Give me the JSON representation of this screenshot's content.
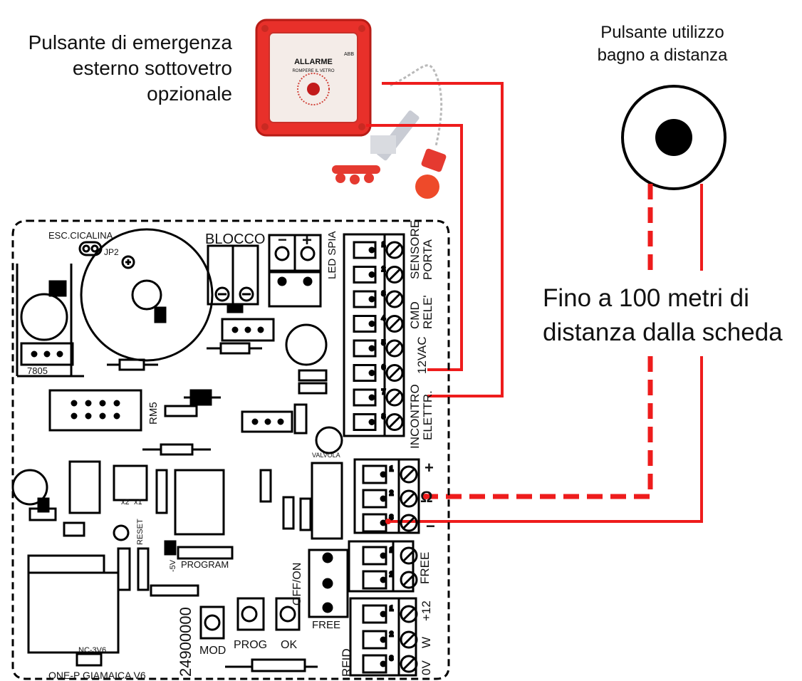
{
  "labels": {
    "external_button": [
      "Pulsante di emergenza",
      "esterno sottovetro",
      "opzionale"
    ],
    "remote_button": [
      "Pulsante utilizzo",
      "bagno a distanza"
    ],
    "distance": [
      "Fino a 100 metri di",
      "distanza dalla scheda"
    ],
    "alarm_box_text": "ALLARME",
    "alarm_box_subtext": "ROMPERE IL VETRO",
    "alarm_box_brand": "ABB"
  },
  "board": {
    "name": "ONE-P GIAMAICA V6",
    "esc_cicalina": "ESC.CICALINA",
    "jp2": "JP2",
    "blocco": "BLOCCO",
    "led_spia": "LED SPIA",
    "reg_7805": "7805",
    "rm5": "RM5",
    "valvola": "VALVOLA",
    "battery": "NC-3V6",
    "program": "PROGRAM",
    "minus5v": "-5V",
    "reset": "RESET",
    "off_on": "OFF/ON",
    "free_jumper": "FREE",
    "part_code": "24900000",
    "buttons": [
      "MOD",
      "PROG",
      "OK"
    ],
    "x2": "x2",
    "x1": "x1",
    "plus": "+",
    "minus": "−",
    "terminal_names": [
      "SENSORE PORTA",
      "CMD RELE'",
      "12VAC",
      "INCONTRO ELETTR."
    ],
    "terminal_names_split": [
      [
        "SENSORE",
        "PORTA"
      ],
      [
        "CMD",
        "RELE'"
      ],
      [
        "12VAC",
        ""
      ],
      [
        "INCONTRO",
        "ELETTR."
      ]
    ],
    "bottom_terminal_symbols": [
      "+",
      "Ω",
      "−"
    ],
    "free_label": "FREE",
    "rfid_labels": [
      "+12",
      "W",
      "0V"
    ],
    "rfid": "RFID"
  },
  "colors": {
    "wire": "#ee1c1c",
    "box": "#e8302a",
    "outline": "#111111"
  }
}
